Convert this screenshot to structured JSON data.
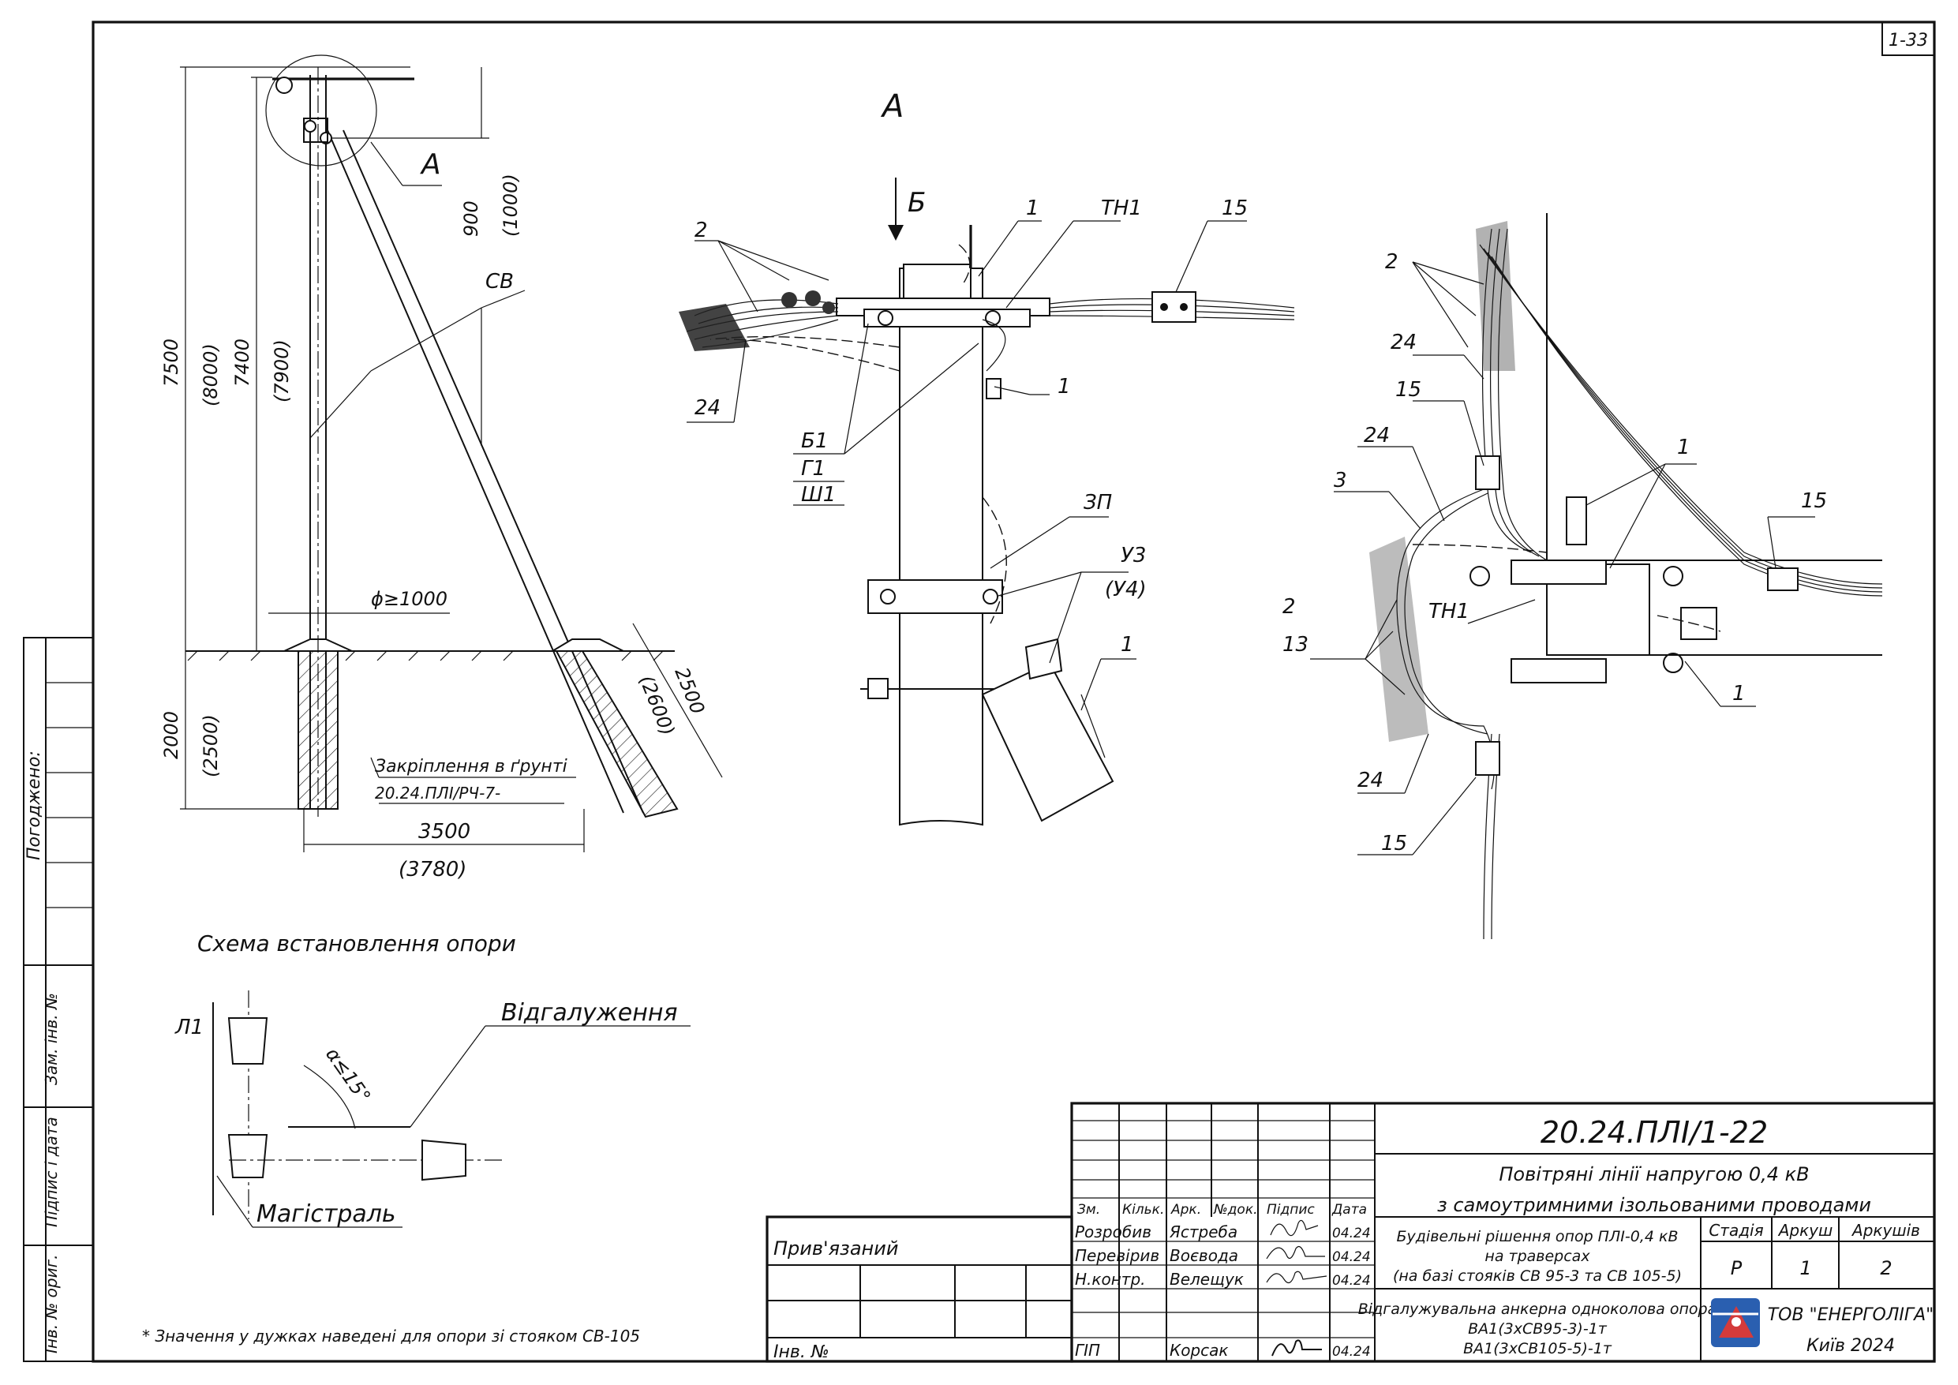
{
  "sheet": {
    "number": "1-33",
    "note": "* Значення у дужках наведені для опори зі стояком СВ-105"
  },
  "left_stamps": {
    "pogodzheno": "Погоджено:",
    "zam_inv": "Зам. інв. №",
    "pidpys_data": "Підпис і дата",
    "inv_orig": "Інв. № ориг."
  },
  "install_scheme": {
    "title": "Схема встановлення опори",
    "view_label": "А",
    "sv_label": "СВ",
    "dims": {
      "d900": "900",
      "d1000": "(1000)",
      "d7500": "7500",
      "d8000": "(8000)",
      "d7400": "7400",
      "d7900": "(7900)",
      "d2000": "2000",
      "d2500b": "(2500)",
      "d2500": "2500",
      "d2600": "(2600)",
      "d3500": "3500",
      "d3780": "(3780)",
      "diam": "ϕ≥1000",
      "star": "*"
    },
    "ground_fix": "Закріплення в ґрунті",
    "ground_code": "20.24.ПЛІ/РЧ-7-"
  },
  "branch_scheme": {
    "l1": "Л1",
    "branch": "Відгалуження",
    "main": "Магістраль",
    "angle": "α≤15°"
  },
  "view_a": {
    "title": "А",
    "view_b": "Б",
    "labels": {
      "n2": "2",
      "n1a": "1",
      "tn1": "ТН1",
      "n15": "15",
      "n1b": "1",
      "n24": "24",
      "b1": "Б1",
      "g1": "Г1",
      "sh1": "Ш1",
      "zp": "ЗП",
      "u3": "У3",
      "u4": "(У4)",
      "n1c": "1",
      "star": "*"
    }
  },
  "view_b": {
    "labels": {
      "n2a": "2",
      "n24a": "24",
      "n15a": "15",
      "n24b": "24",
      "n1": "1",
      "n3": "3",
      "n15b": "15",
      "n2b": "2",
      "n13": "13",
      "tn1": "ТН1",
      "n1b": "1",
      "n24c": "24",
      "n15c": "15"
    }
  },
  "title_block": {
    "doc_code": "20.24.ПЛІ/1-22",
    "title_line1": "Повітряні лінії напругою 0,4 кВ",
    "title_line2": "з самоутримними ізольованими проводами",
    "section_line1": "Будівельні рішення опор ПЛІ-0,4 кВ",
    "section_line2": "на траверсах",
    "section_line3": "(на базі стояків СВ 95-3 та СВ 105-5)",
    "drawing_line1": "Відгалужувальна анкерна одноколова опора",
    "drawing_line2": "ВА1(3хСВ95-3)-1т",
    "drawing_line3": "ВА1(3хСВ105-5)-1т",
    "col_zm": "Зм.",
    "col_kilk": "Кільк.",
    "col_ark": "Арк.",
    "col_ndok": "№док.",
    "col_pidpys": "Підпис",
    "col_data": "Дата",
    "pryvyazanyi": "Прив'язаний",
    "inv_no": "Інв. №",
    "stadia_h": "Стадія",
    "arkush_h": "Аркуш",
    "arkushiv_h": "Аркушів",
    "stadia": "Р",
    "arkush": "1",
    "arkushiv": "2",
    "company": "ТОВ \"ЕНЕРГОЛІГА\"",
    "city": "Київ 2024",
    "roles": [
      {
        "role": "Розробив",
        "name": "Ястреба",
        "date": "04.24"
      },
      {
        "role": "Перевірив",
        "name": "Воєвода",
        "date": "04.24"
      },
      {
        "role": "Н.контр.",
        "name": "Велещук",
        "date": "04.24"
      },
      {
        "role": "ГІП",
        "name": "Корсак",
        "date": "04.24"
      }
    ]
  }
}
